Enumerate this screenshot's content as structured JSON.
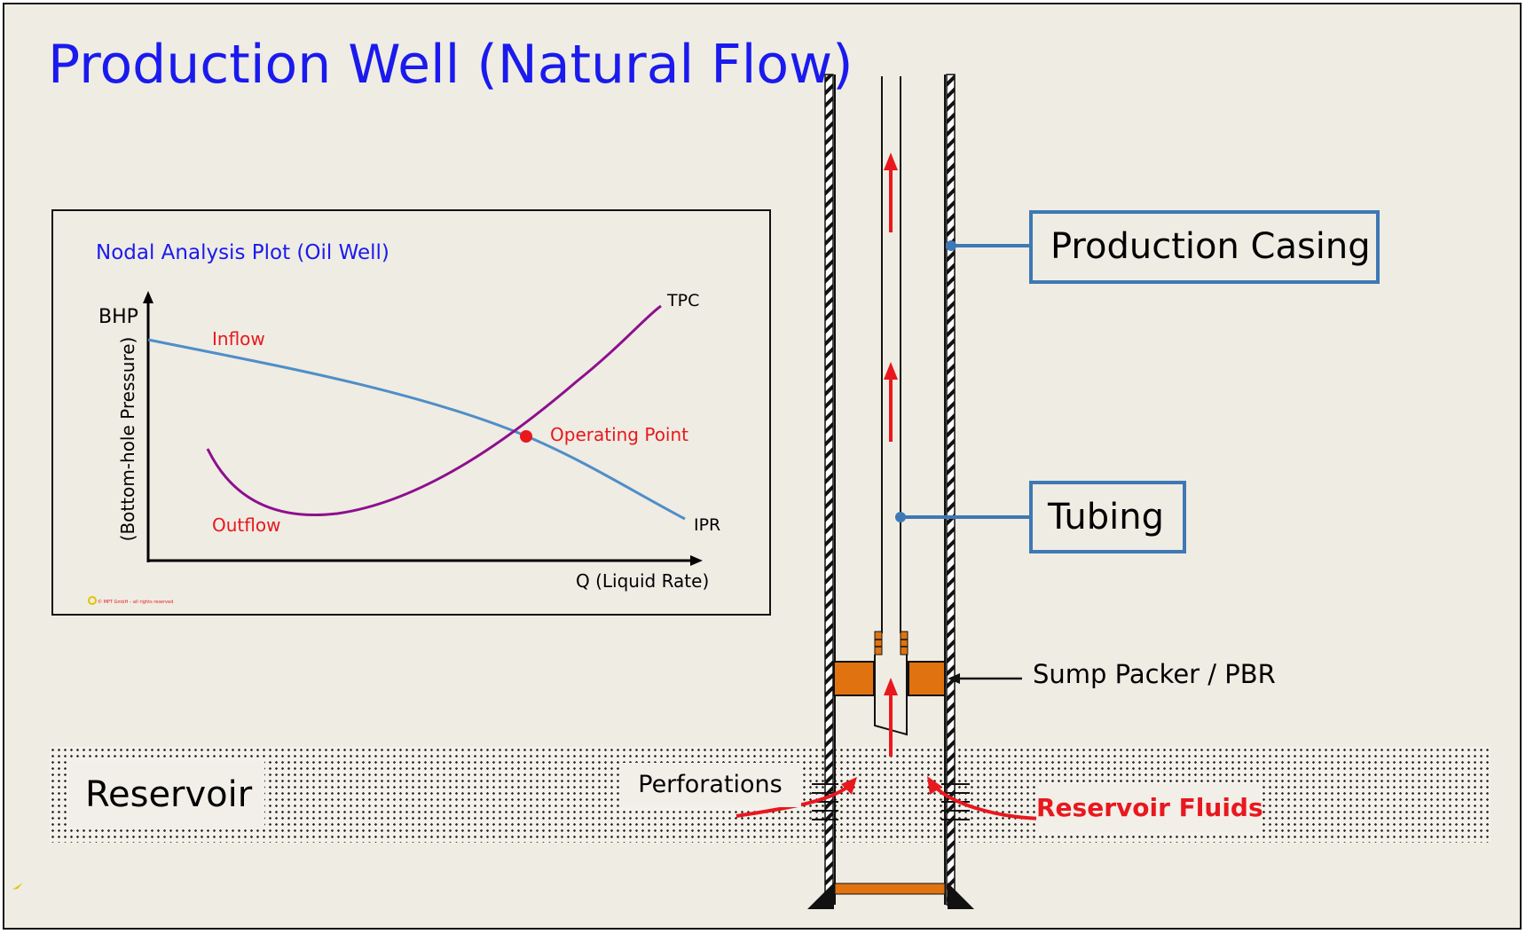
{
  "slide": {
    "title": "Production Well (Natural Flow)",
    "colors": {
      "title": "#1a1aee",
      "callout_border": "#3e78b5",
      "flow_arrow": "#e8181e",
      "packer": "#e0730f",
      "background": "#efece3"
    }
  },
  "labels": {
    "reservoir": "Reservoir",
    "perforations": "Perforations",
    "reservoir_fluids": "Reservoir Fluids",
    "production_casing": "Production Casing",
    "tubing": "Tubing",
    "sump_packer": "Sump Packer / PBR"
  },
  "plot": {
    "title": "Nodal Analysis Plot (Oil Well)",
    "y_label": "BHP",
    "y_label_long": "(Bottom-hole Pressure)",
    "x_label": "Q (Liquid Rate)",
    "inflow_label": "Inflow",
    "outflow_label": "Outflow",
    "tpc_label": "TPC",
    "ipr_label": "IPR",
    "operating_point_label": "Operating Point",
    "copyright": "© MPT GmbH – all rights reserved",
    "colors": {
      "ipr_curve": "#4f8ec9",
      "tpc_curve": "#8e0f8e",
      "annotation": "#e8181e",
      "title": "#1a1aee"
    }
  }
}
